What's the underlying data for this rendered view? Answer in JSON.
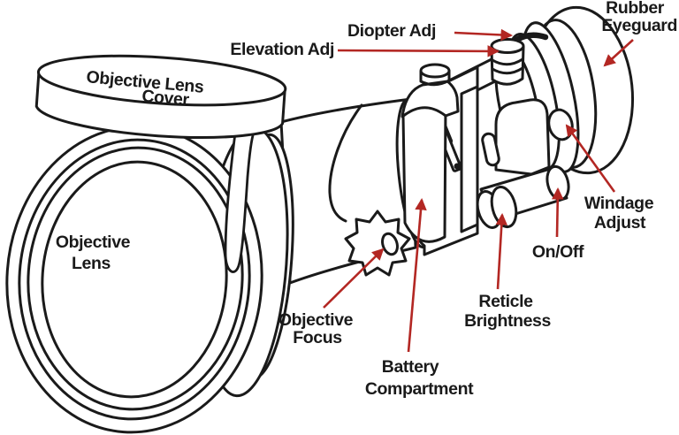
{
  "figure": {
    "description": "Labeled line-art diagram of a night vision scope",
    "background_color": "#ffffff",
    "line_color": "#1a1a1a",
    "arrow_color": "#b32723",
    "text_color": "#1a1a1a",
    "labels": {
      "objective_lens_cover": [
        "Objective Lens",
        "Cover"
      ],
      "objective_lens": [
        "Objective",
        "Lens"
      ],
      "elevation_adj": "Elevation Adj",
      "diopter_adj": "Diopter Adj",
      "rubber_eyeguard": [
        "Rubber",
        "Eyeguard"
      ],
      "objective_focus": [
        "Objective",
        "Focus"
      ],
      "battery_compartment": [
        "Battery",
        "Compartment"
      ],
      "reticle_brightness": [
        "Reticle",
        "Brightness"
      ],
      "on_off": "On/Off",
      "windage_adjust": [
        "Windage",
        "Adjust"
      ]
    }
  }
}
